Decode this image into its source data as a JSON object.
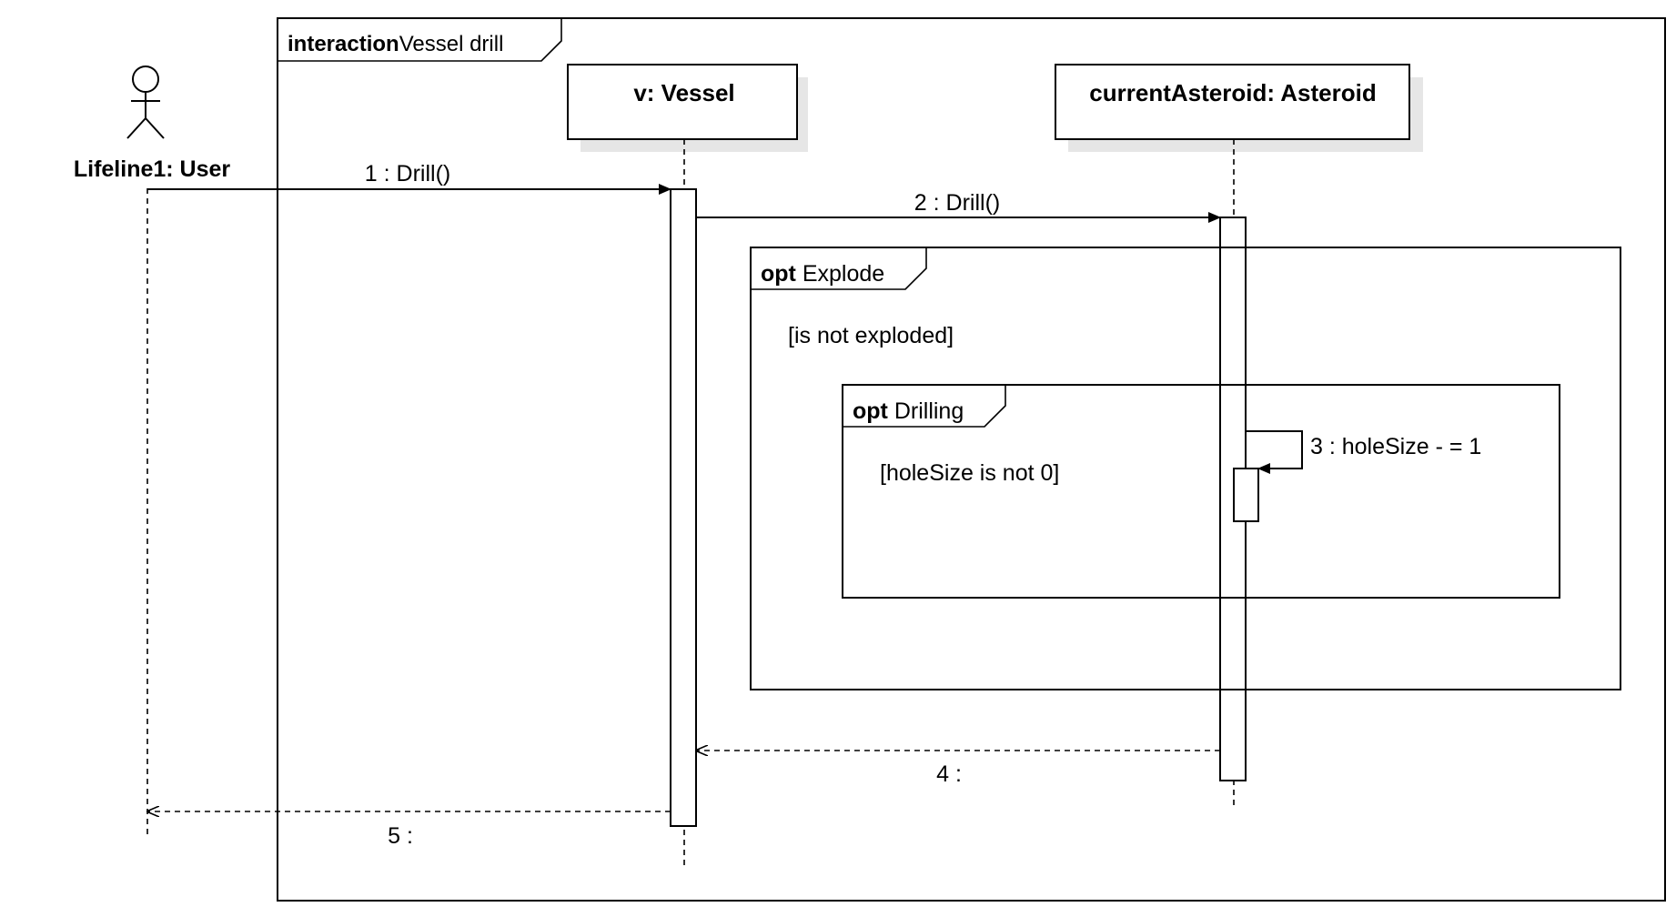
{
  "frame": {
    "keyword": "interaction",
    "name": "Vessel drill"
  },
  "actor": {
    "label": "Lifeline1: User"
  },
  "lifelines": [
    {
      "label": "v: Vessel"
    },
    {
      "label": "currentAsteroid: Asteroid"
    }
  ],
  "fragments": [
    {
      "operator": "opt",
      "name": "Explode",
      "guard": "[is not exploded]"
    },
    {
      "operator": "opt",
      "name": "Drilling",
      "guard": "[holeSize is not 0]"
    }
  ],
  "messages": [
    {
      "label": "1 : Drill()",
      "kind": "sync"
    },
    {
      "label": "2 : Drill()",
      "kind": "sync"
    },
    {
      "label": "3 : holeSize - = 1",
      "kind": "self"
    },
    {
      "label": "4 :",
      "kind": "reply"
    },
    {
      "label": "5 :",
      "kind": "reply"
    }
  ],
  "colors": {
    "line": "#000000",
    "shadow": "#e6e6e6",
    "background": "#ffffff"
  }
}
